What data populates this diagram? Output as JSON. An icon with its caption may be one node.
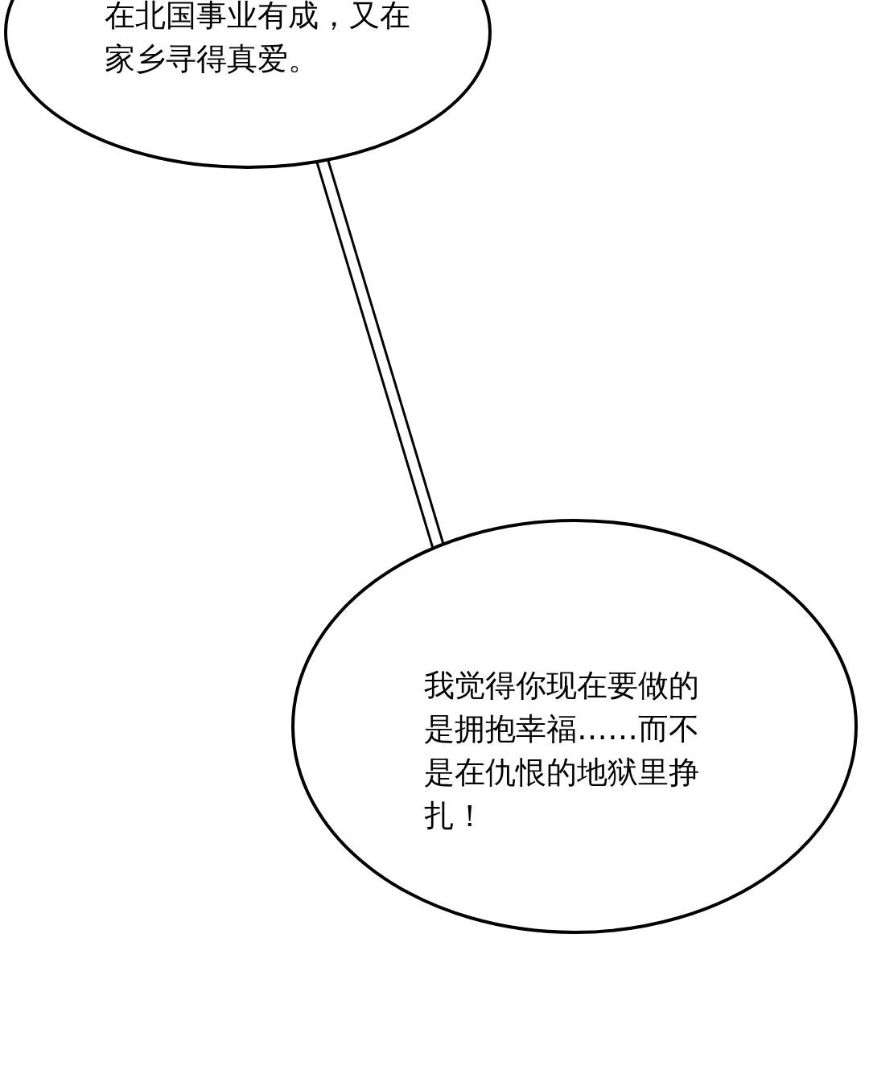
{
  "diagram": {
    "nodes": [
      {
        "text": [
          "在北国事业有成，又在家乡寻得真爱。"
        ]
      },
      {
        "text": [
          "我觉得你现在要做的是拥抱幸福……而不是在仇恨的地狱里挣扎！"
        ]
      }
    ],
    "edges": [
      {
        "from": 0,
        "to": 1,
        "arrow": "none"
      }
    ]
  }
}
